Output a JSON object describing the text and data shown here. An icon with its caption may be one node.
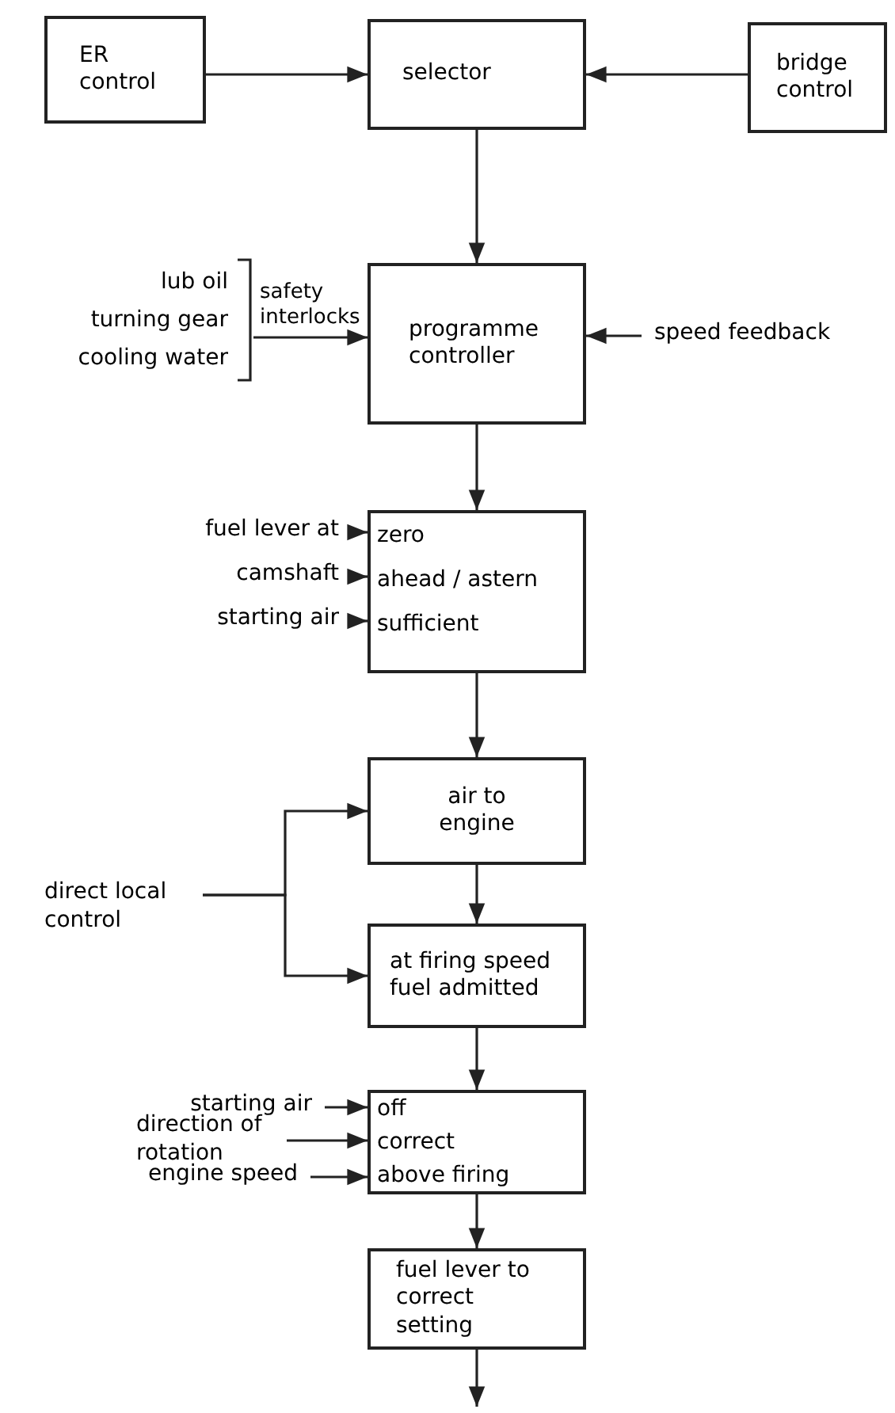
{
  "diagram": {
    "nodes": [
      {
        "text": [
          "ER control"
        ]
      },
      {
        "text": [
          "selector"
        ]
      },
      {
        "text": [
          "bridge control"
        ]
      },
      {
        "text": [
          "lub oil",
          "turning gear",
          "cooling water"
        ]
      },
      {
        "text": [
          "programme controller"
        ]
      },
      {
        "text": [
          "speed feedback"
        ]
      },
      {
        "text": [
          "zero",
          "ahead / astern",
          "sufficient"
        ]
      },
      {
        "text": [
          "fuel lever at"
        ]
      },
      {
        "text": [
          "camshaft"
        ]
      },
      {
        "text": [
          "starting air"
        ]
      },
      {
        "text": [
          "air to engine"
        ]
      },
      {
        "text": [
          "at firing speed fuel admitted"
        ]
      },
      {
        "text": [
          "direct local control"
        ]
      },
      {
        "text": [
          "off",
          "correct",
          "above firing"
        ]
      },
      {
        "text": [
          "starting air"
        ]
      },
      {
        "text": [
          "direction of rotation"
        ]
      },
      {
        "text": [
          "engine speed"
        ]
      },
      {
        "text": [
          "fuel lever to correct setting"
        ]
      }
    ],
    "edges": [
      {
        "from": 0,
        "to": 1,
        "arrow": "to"
      },
      {
        "from": 2,
        "to": 1,
        "arrow": "to"
      },
      {
        "from": 1,
        "to": 4,
        "arrow": "to"
      },
      {
        "from": 3,
        "to": 4,
        "arrow": "to",
        "label": "safety interlocks"
      },
      {
        "from": 5,
        "to": 4,
        "arrow": "to"
      },
      {
        "from": 4,
        "to": 6,
        "arrow": "to"
      },
      {
        "from": 7,
        "to": 6,
        "arrow": "to"
      },
      {
        "from": 8,
        "to": 6,
        "arrow": "to"
      },
      {
        "from": 9,
        "to": 6,
        "arrow": "to"
      },
      {
        "from": 6,
        "to": 10,
        "arrow": "to"
      },
      {
        "from": 12,
        "to": 10,
        "arrow": "to"
      },
      {
        "from": 12,
        "to": 11,
        "arrow": "to"
      },
      {
        "from": 10,
        "to": 11,
        "arrow": "to"
      },
      {
        "from": 11,
        "to": 13,
        "arrow": "to"
      },
      {
        "from": 14,
        "to": 13,
        "arrow": "to"
      },
      {
        "from": 15,
        "to": 13,
        "arrow": "to"
      },
      {
        "from": 16,
        "to": 13,
        "arrow": "to"
      },
      {
        "from": 13,
        "to": 17,
        "arrow": "to"
      },
      {
        "from": 17,
        "to": null,
        "arrow": "to"
      }
    ]
  }
}
